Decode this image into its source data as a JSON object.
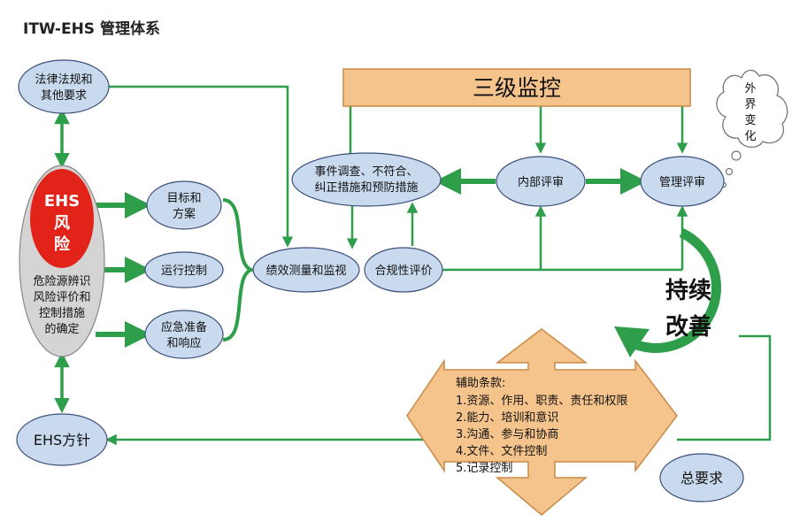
{
  "title": "ITW-EHS 管理体系",
  "colors": {
    "green": "#2e9e4a",
    "node_fill": "#c9d9ee",
    "node_stroke": "#3a4f7a",
    "orange": "#f5c38c",
    "orange_stroke": "#c98a46",
    "red": "#e2231a",
    "grey_ellipse": "#cfcfcf"
  },
  "nodes": {
    "laws": [
      "法律法规和",
      "其他要求"
    ],
    "objectives": [
      "目标和",
      "方案"
    ],
    "operation": "运行控制",
    "emergency": [
      "应急准备",
      "和响应"
    ],
    "performance": "绩效测量和监视",
    "compliance": "合规性评价",
    "incident": [
      "事件调查、不符合、",
      "纠正措施和预防措施"
    ],
    "internal_audit": "内部评审",
    "mgmt_review": "管理评审",
    "policy": "EHS方针",
    "general": "总要求"
  },
  "ehs_risk": {
    "badge": [
      "EHS",
      "风",
      "险"
    ],
    "desc": [
      "危险源辨识",
      "风险评价和",
      "控制措施",
      "的确定"
    ]
  },
  "monitor": "三级监控",
  "external_change": [
    "外",
    "界",
    "变",
    "化"
  ],
  "continuous_improvement": [
    "持续",
    "改善"
  ],
  "support": {
    "heading": "辅助条款:",
    "items": [
      "1.资源、作用、职责、责任和权限",
      "2.能力、培训和意识",
      "3.沟通、参与和协商",
      "4.文件、文件控制",
      "5.记录控制"
    ]
  }
}
